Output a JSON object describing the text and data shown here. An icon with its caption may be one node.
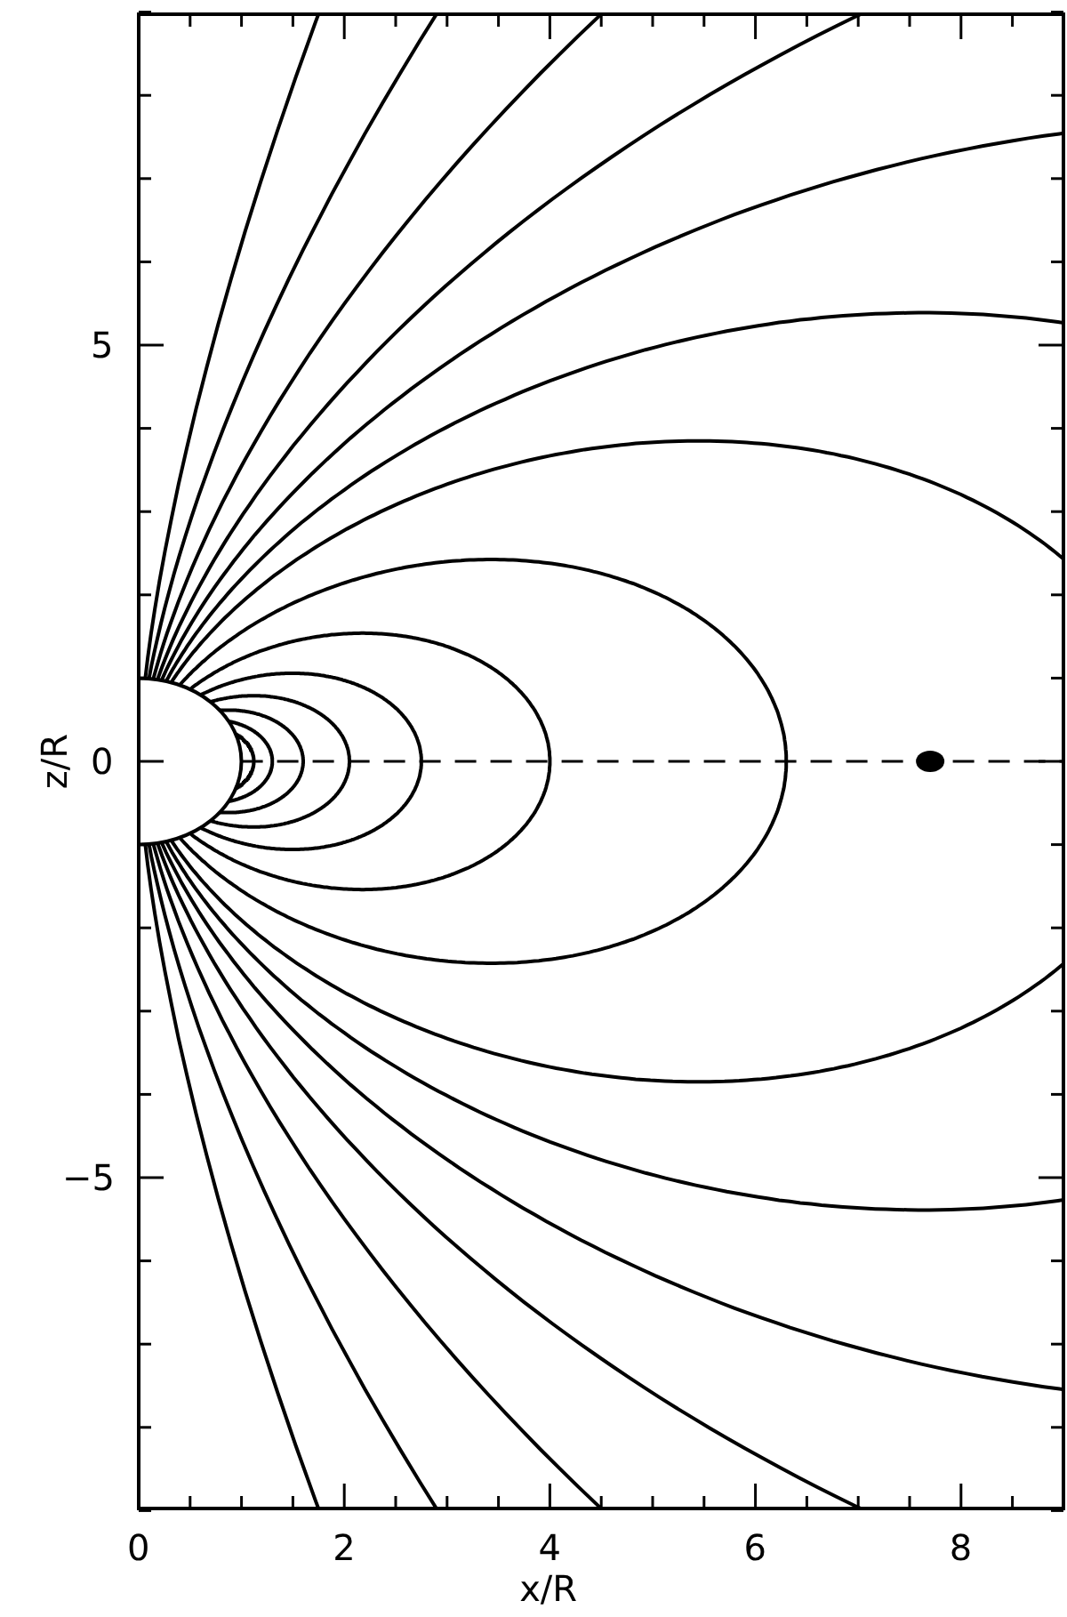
{
  "diagram": {
    "labels": [
      "5",
      "0",
      "−5",
      "z/R",
      "0",
      "2",
      "4",
      "6",
      "8",
      "x/R"
    ]
  }
}
